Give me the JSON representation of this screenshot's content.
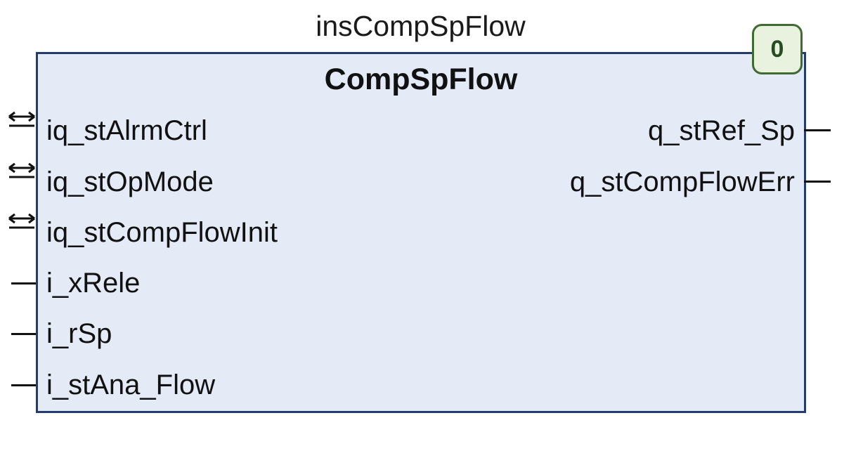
{
  "block": {
    "instance_name": "insCompSpFlow",
    "type_name": "CompSpFlow",
    "exec_order": "0"
  },
  "inout_pins": [
    {
      "name": "iq_stAlrmCtrl"
    },
    {
      "name": "iq_stOpMode"
    },
    {
      "name": "iq_stCompFlowInit"
    }
  ],
  "input_pins": [
    {
      "name": "i_xRele"
    },
    {
      "name": "i_rSp"
    },
    {
      "name": "i_stAna_Flow"
    }
  ],
  "output_pins": [
    {
      "name": "q_stRef_Sp"
    },
    {
      "name": "q_stCompFlowErr"
    }
  ],
  "colors": {
    "block_fill": "#e4ebf6",
    "block_border": "#233b6e",
    "badge_border": "#3f6b33"
  },
  "icons": {
    "inout": "double-arrow-icon"
  }
}
